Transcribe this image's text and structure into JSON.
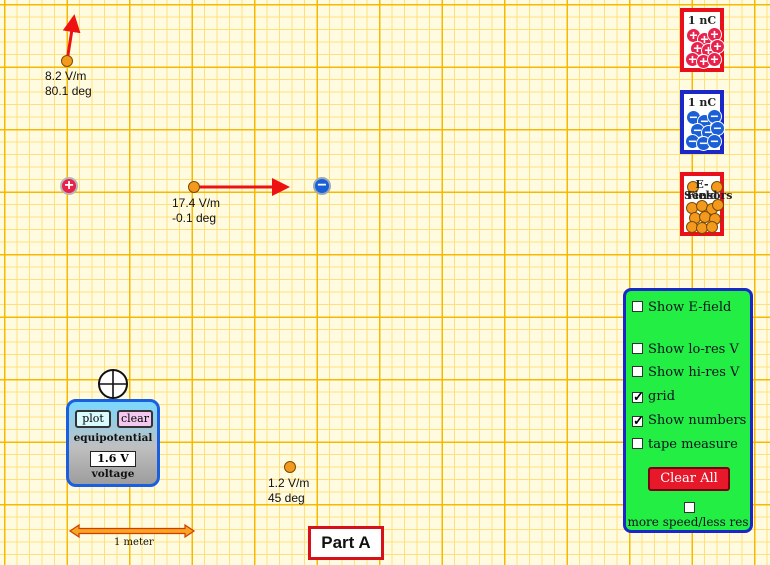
{
  "sensors": [
    {
      "magnitude": "8.2 V/m",
      "angle": "80.1 deg"
    },
    {
      "magnitude": "17.4 V/m",
      "angle": "-0.1 deg"
    },
    {
      "magnitude": "1.2 V/m",
      "angle": "45 deg"
    }
  ],
  "bins": {
    "positive_label": "1 nC",
    "negative_label": "1 nC",
    "sensors_label_line1": "E-Field",
    "sensors_label_line2": "Sensors"
  },
  "controls": {
    "show_efield": {
      "label": "Show E-field",
      "checked": false
    },
    "show_lores_v": {
      "label": "Show lo-res V",
      "checked": false
    },
    "show_hires_v": {
      "label": "Show hi-res V",
      "checked": false
    },
    "grid": {
      "label": "grid",
      "checked": true
    },
    "show_numbers": {
      "label": "Show numbers",
      "checked": true
    },
    "tape_measure": {
      "label": "tape measure",
      "checked": false
    },
    "clear_all_label": "Clear All",
    "speed_label": "more speed/less res",
    "speed_checked": false
  },
  "equipotential": {
    "plot_label": "plot",
    "clear_label": "clear",
    "title": "equipotential",
    "voltage_value": "1.6 V",
    "voltage_label": "voltage"
  },
  "scale_label": "1 meter",
  "part_label": "Part A",
  "colors": {
    "positive": "#e8224b",
    "negative": "#1a5fd6",
    "sensor": "#f39a1e",
    "vector": "#ee1111",
    "panel_bg": "#22ee44",
    "panel_border": "#1a28c8"
  }
}
